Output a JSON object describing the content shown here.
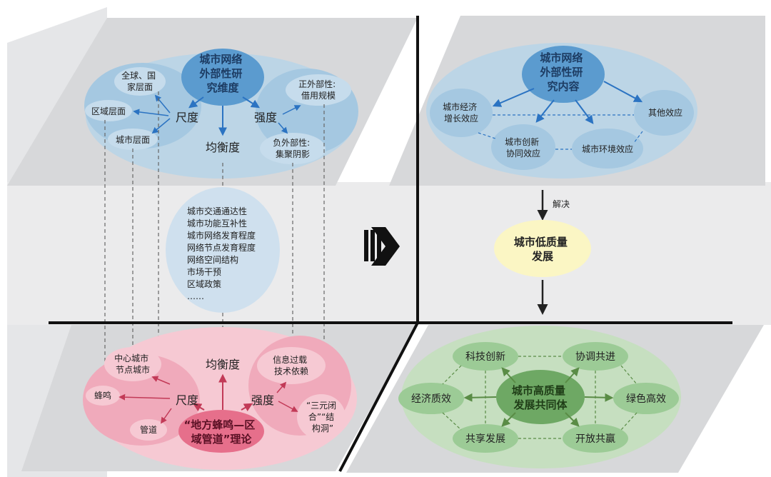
{
  "topLeft": {
    "center": [
      "城市网络",
      "外部性研",
      "究维度"
    ],
    "global": [
      "全球、国",
      "家层面"
    ],
    "regional": "区域层面",
    "city": "城市层面",
    "scale": "尺度",
    "intensity": "强度",
    "balance": "均衡度",
    "positive": [
      "正外部性:",
      "借用规模"
    ],
    "negative": [
      "负外部性:",
      "集聚阴影"
    ]
  },
  "factors": [
    "城市交通通达性",
    "城市功能互补性",
    "城市网络发育程度",
    "网络节点发育程度",
    "网络空间结构",
    "市场干预",
    "区域政策",
    "……"
  ],
  "topRight": {
    "center": [
      "城市网络",
      "外部性研",
      "究内容"
    ],
    "growth": [
      "城市经济",
      "增长效应"
    ],
    "other": "其他效应",
    "innovation": [
      "城市创新",
      "协同效应"
    ],
    "environment": "城市环境效应"
  },
  "middle": {
    "solve": "解决",
    "lowQuality": [
      "城市低质量",
      "发展"
    ]
  },
  "bottomLeft": {
    "center": [
      "“地方蜂鸣—区",
      "域管道”理论"
    ],
    "hub": [
      "中心城市",
      "节点城市"
    ],
    "buzz": "蜂鸣",
    "pipe": "管道",
    "scale": "尺度",
    "balance": "均衡度",
    "intensity": "强度",
    "overload": [
      "信息过载",
      "技术依赖"
    ],
    "closure": [
      "“三元闭",
      "合”“结",
      "构洞”"
    ]
  },
  "bottomRight": {
    "center": [
      "城市高质量",
      "发展共同体"
    ],
    "innovation": "科技创新",
    "coordination": "协调共进",
    "economy": "经济质效",
    "green": "绿色高效",
    "shared": "共享发展",
    "open": "开放共赢"
  },
  "colors": {
    "blueArrow": "#2b73c2",
    "redArrow": "#c23a57",
    "greenArrow": "#5a8c46",
    "blueDeep": "#a5c8e1",
    "pinkDeep": "#f0aabb",
    "greenDeep": "#9ccb96",
    "yellow": "#fbf6c4"
  }
}
